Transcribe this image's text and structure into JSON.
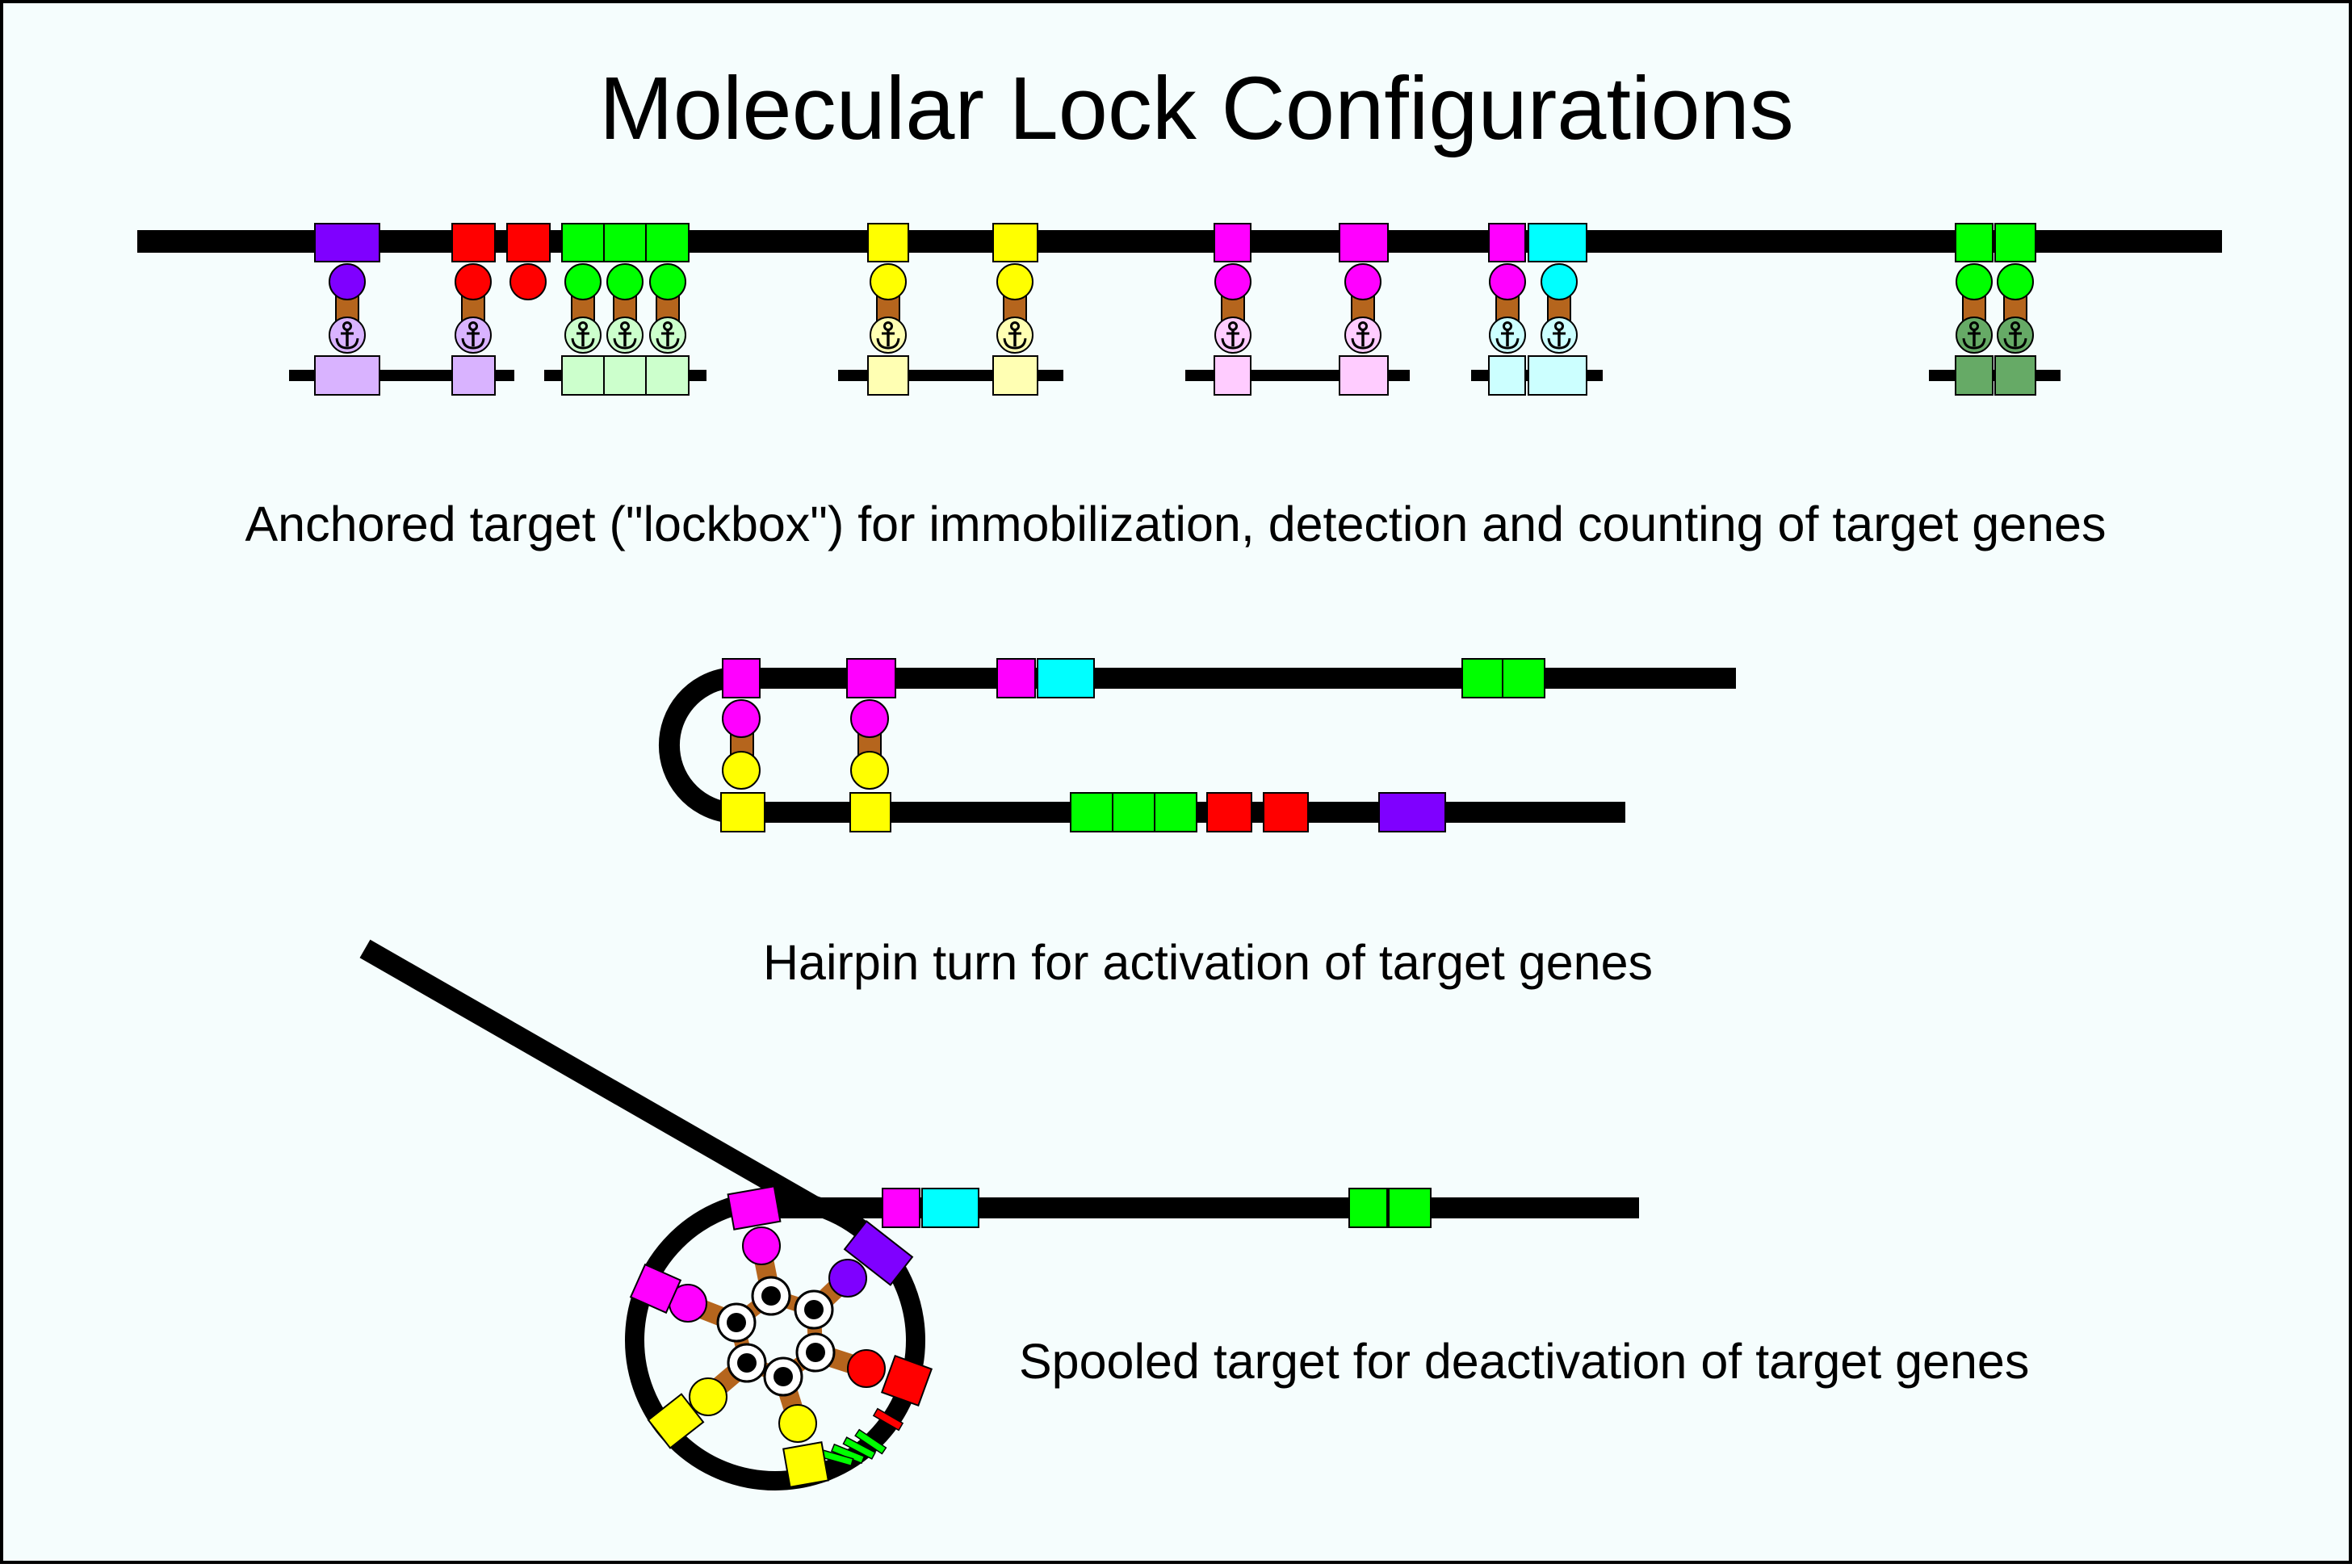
{
  "title": "Molecular Lock Configurations",
  "captions": {
    "anchored": "Anchored target (\"lockbox\") for immobilization, detection and counting of target genes",
    "hairpin": "Hairpin turn for activation of target genes",
    "spooled": "Spooled target for deactivation of target genes"
  },
  "colors": {
    "background": "#f5fdfd",
    "strand": "#000000",
    "linker": "#b5651d",
    "purple": "#7f00ff",
    "red": "#ff0000",
    "green": "#00ff00",
    "yellow": "#ffff00",
    "magenta": "#ff00ff",
    "cyan": "#00ffff",
    "light_purple": "#d9b3ff",
    "light_green": "#ccffcc",
    "light_yellow": "#ffffb3",
    "light_magenta": "#ffccff",
    "light_cyan": "#ccffff",
    "dark_green": "#66aa66"
  },
  "icons": [
    "anchor-icon"
  ]
}
